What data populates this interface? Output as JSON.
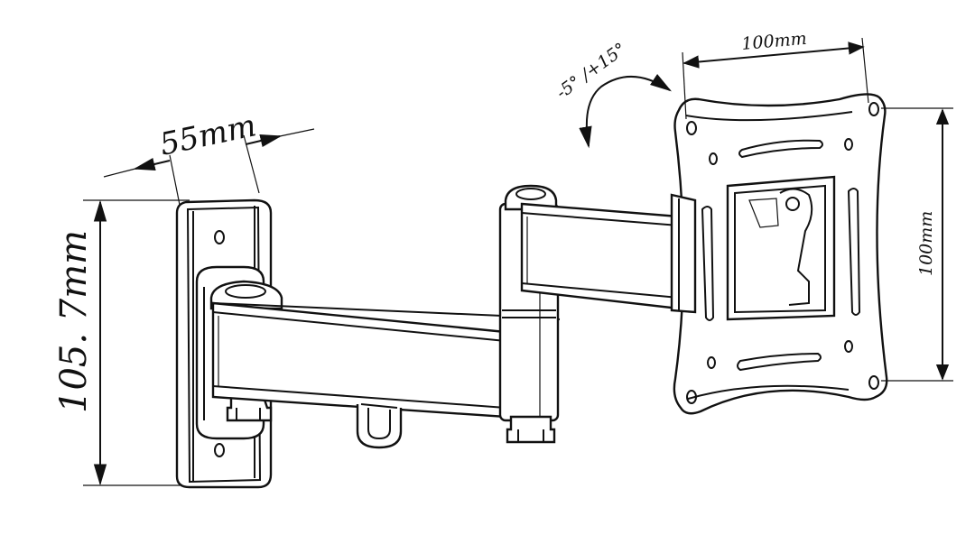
{
  "dimensions": {
    "height": "105. 7mm",
    "depth": "55mm",
    "vesa_horizontal": "100mm",
    "vesa_vertical": "100mm",
    "tilt": "-5° /+15°"
  },
  "colors": {
    "line": "#111111",
    "background": "#ffffff"
  }
}
